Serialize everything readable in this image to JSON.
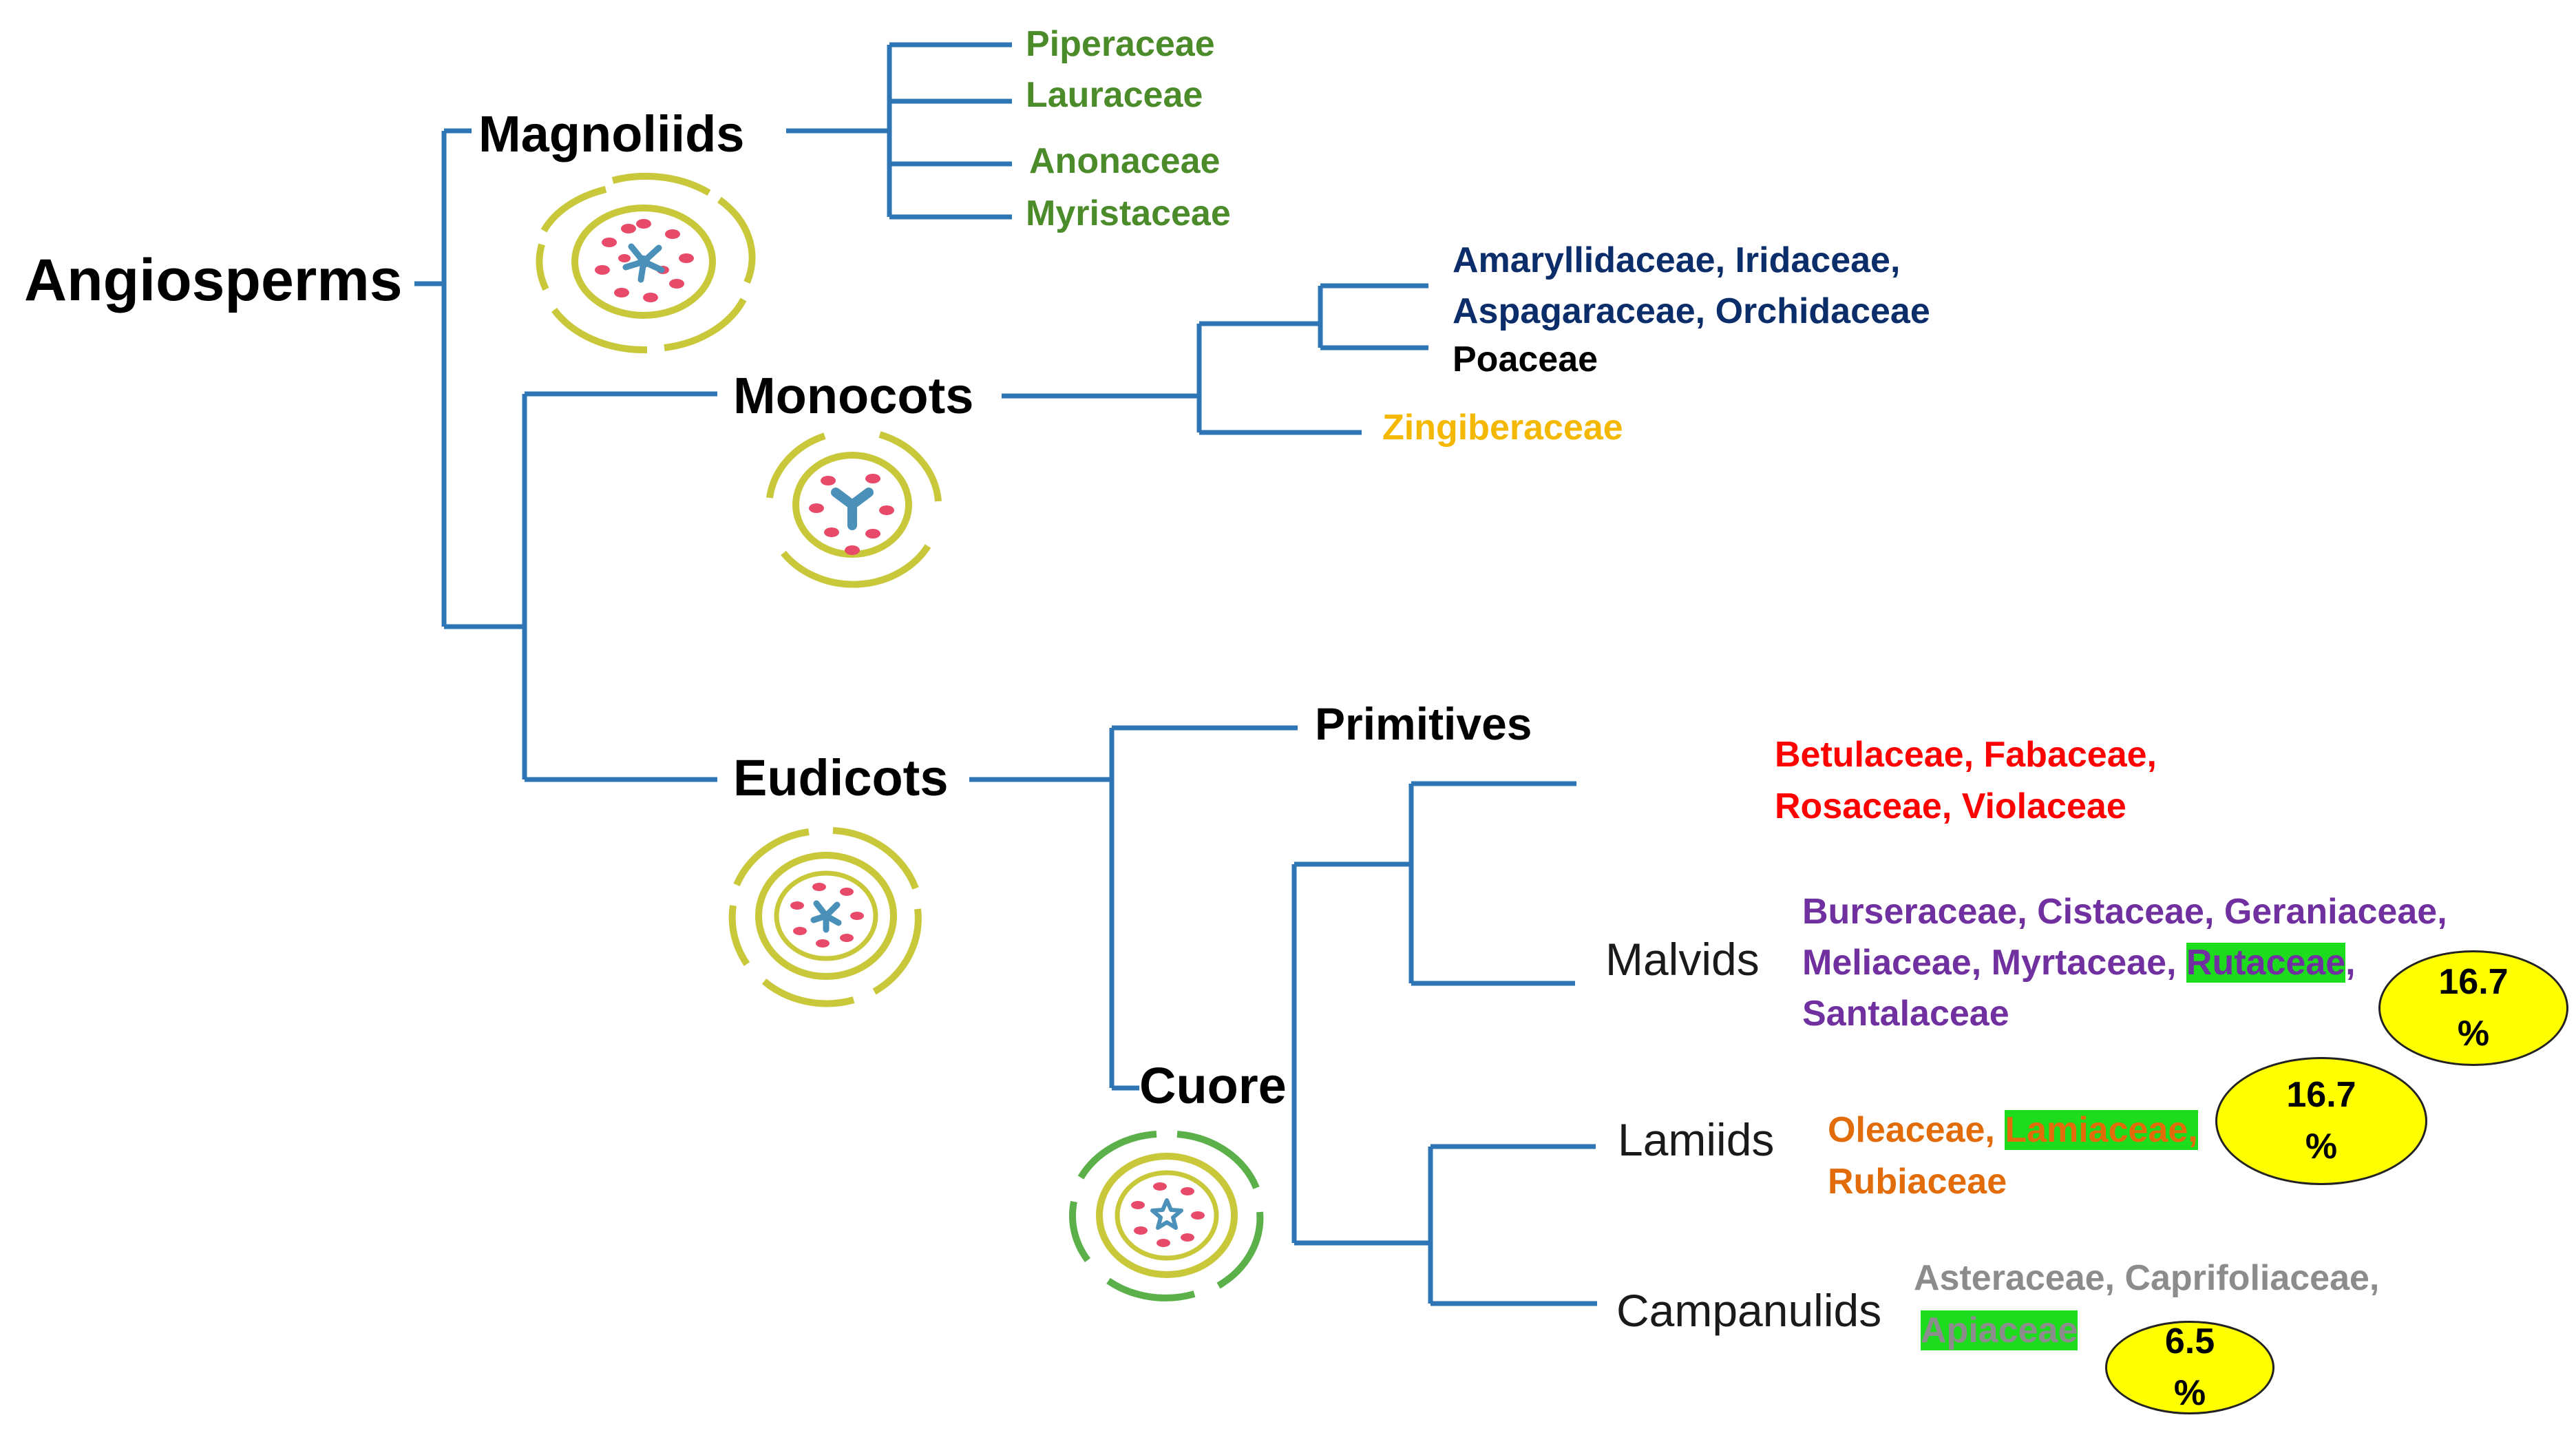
{
  "colors": {
    "tree_line": "#2e75b6",
    "magnoliids_families": "#4b8b2a",
    "monocots_families": "#0b2e6b",
    "poaceae": "#000000",
    "zingiberaceae": "#f5b800",
    "primitives_families": "#ff0000",
    "malvids_families": "#7030a0",
    "lamiids_families": "#e36c0a",
    "campanulids_families": "#8c8c8c",
    "highlight": "#1ddc1d",
    "percent_bubble": "#ffff00",
    "flower_yellow": "#c8c83a",
    "flower_green": "#5cb04a",
    "flower_pink": "#e84a6a",
    "flower_blue": "#4a90b8"
  },
  "root": {
    "label": "Angiosperms"
  },
  "magnoliids": {
    "label": "Magnoliids",
    "families": [
      "Piperaceae",
      "Lauraceae",
      "Anonaceae",
      "Myristaceae"
    ]
  },
  "monocots": {
    "label": "Monocots",
    "families_line1": "Amaryllidaceae, Iridaceae,",
    "families_line2": "Aspagaraceae, Orchidaceae",
    "poaceae": "Poaceae",
    "zingiberaceae": "Zingiberaceae"
  },
  "eudicots": {
    "label": "Eudicots",
    "primitives": {
      "label": "Primitives",
      "families_line1": "Betulaceae, Fabaceae,",
      "families_line2": "Rosaceae, Violaceae"
    },
    "cuore": {
      "label": "Cuore",
      "malvids": {
        "label": "Malvids",
        "line1": "Burseraceae, Cistaceae, Geraniaceae,",
        "line2_prefix": "Meliaceae, Myrtaceae, ",
        "highlighted": "Rutaceae",
        "line2_suffix": ",",
        "line3": "Santalaceae",
        "percent_value": "16.7",
        "percent_sign": "%"
      },
      "lamiids": {
        "label": "Lamiids",
        "line1_prefix": "Oleaceae, ",
        "highlighted": "Lamiaceae,",
        "line2": "Rubiaceae",
        "percent_value": "16.7",
        "percent_sign": "%"
      },
      "campanulids": {
        "label": "Campanulids",
        "line1": "Asteraceae, Caprifoliaceae,",
        "highlighted": "Apiaceae",
        "percent_value": "6.5",
        "percent_sign": "%"
      }
    }
  },
  "flower_icons": [
    "magnolia-flower-icon",
    "monocot-flower-icon",
    "eudicot-flower-icon",
    "core-eudicot-flower-icon"
  ]
}
